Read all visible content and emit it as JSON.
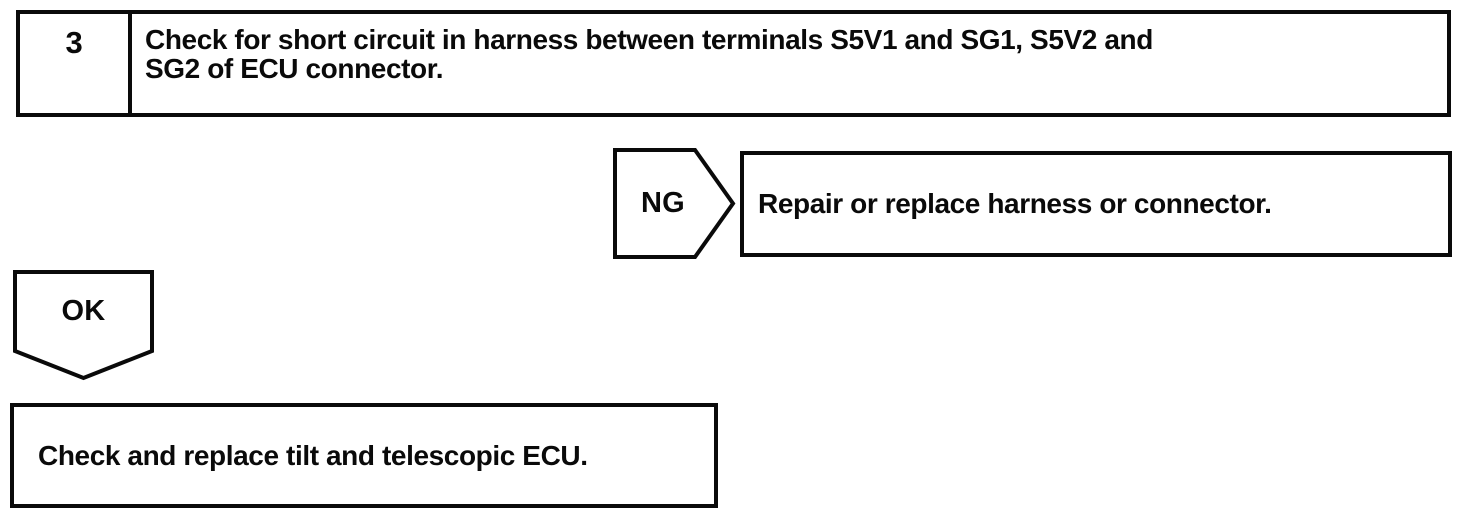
{
  "flowchart": {
    "step": {
      "number": "3",
      "instruction": "Check for short circuit in harness between terminals S5V1 and SG1, S5V2 and\nSG2 of ECU connector."
    },
    "ng": {
      "label": "NG",
      "action": "Repair or replace harness or connector."
    },
    "ok": {
      "label": "OK",
      "action": "Check and replace tilt and telescopic ECU."
    }
  },
  "colors": {
    "ink": "#0a0a0a",
    "paper": "#ffffff"
  }
}
